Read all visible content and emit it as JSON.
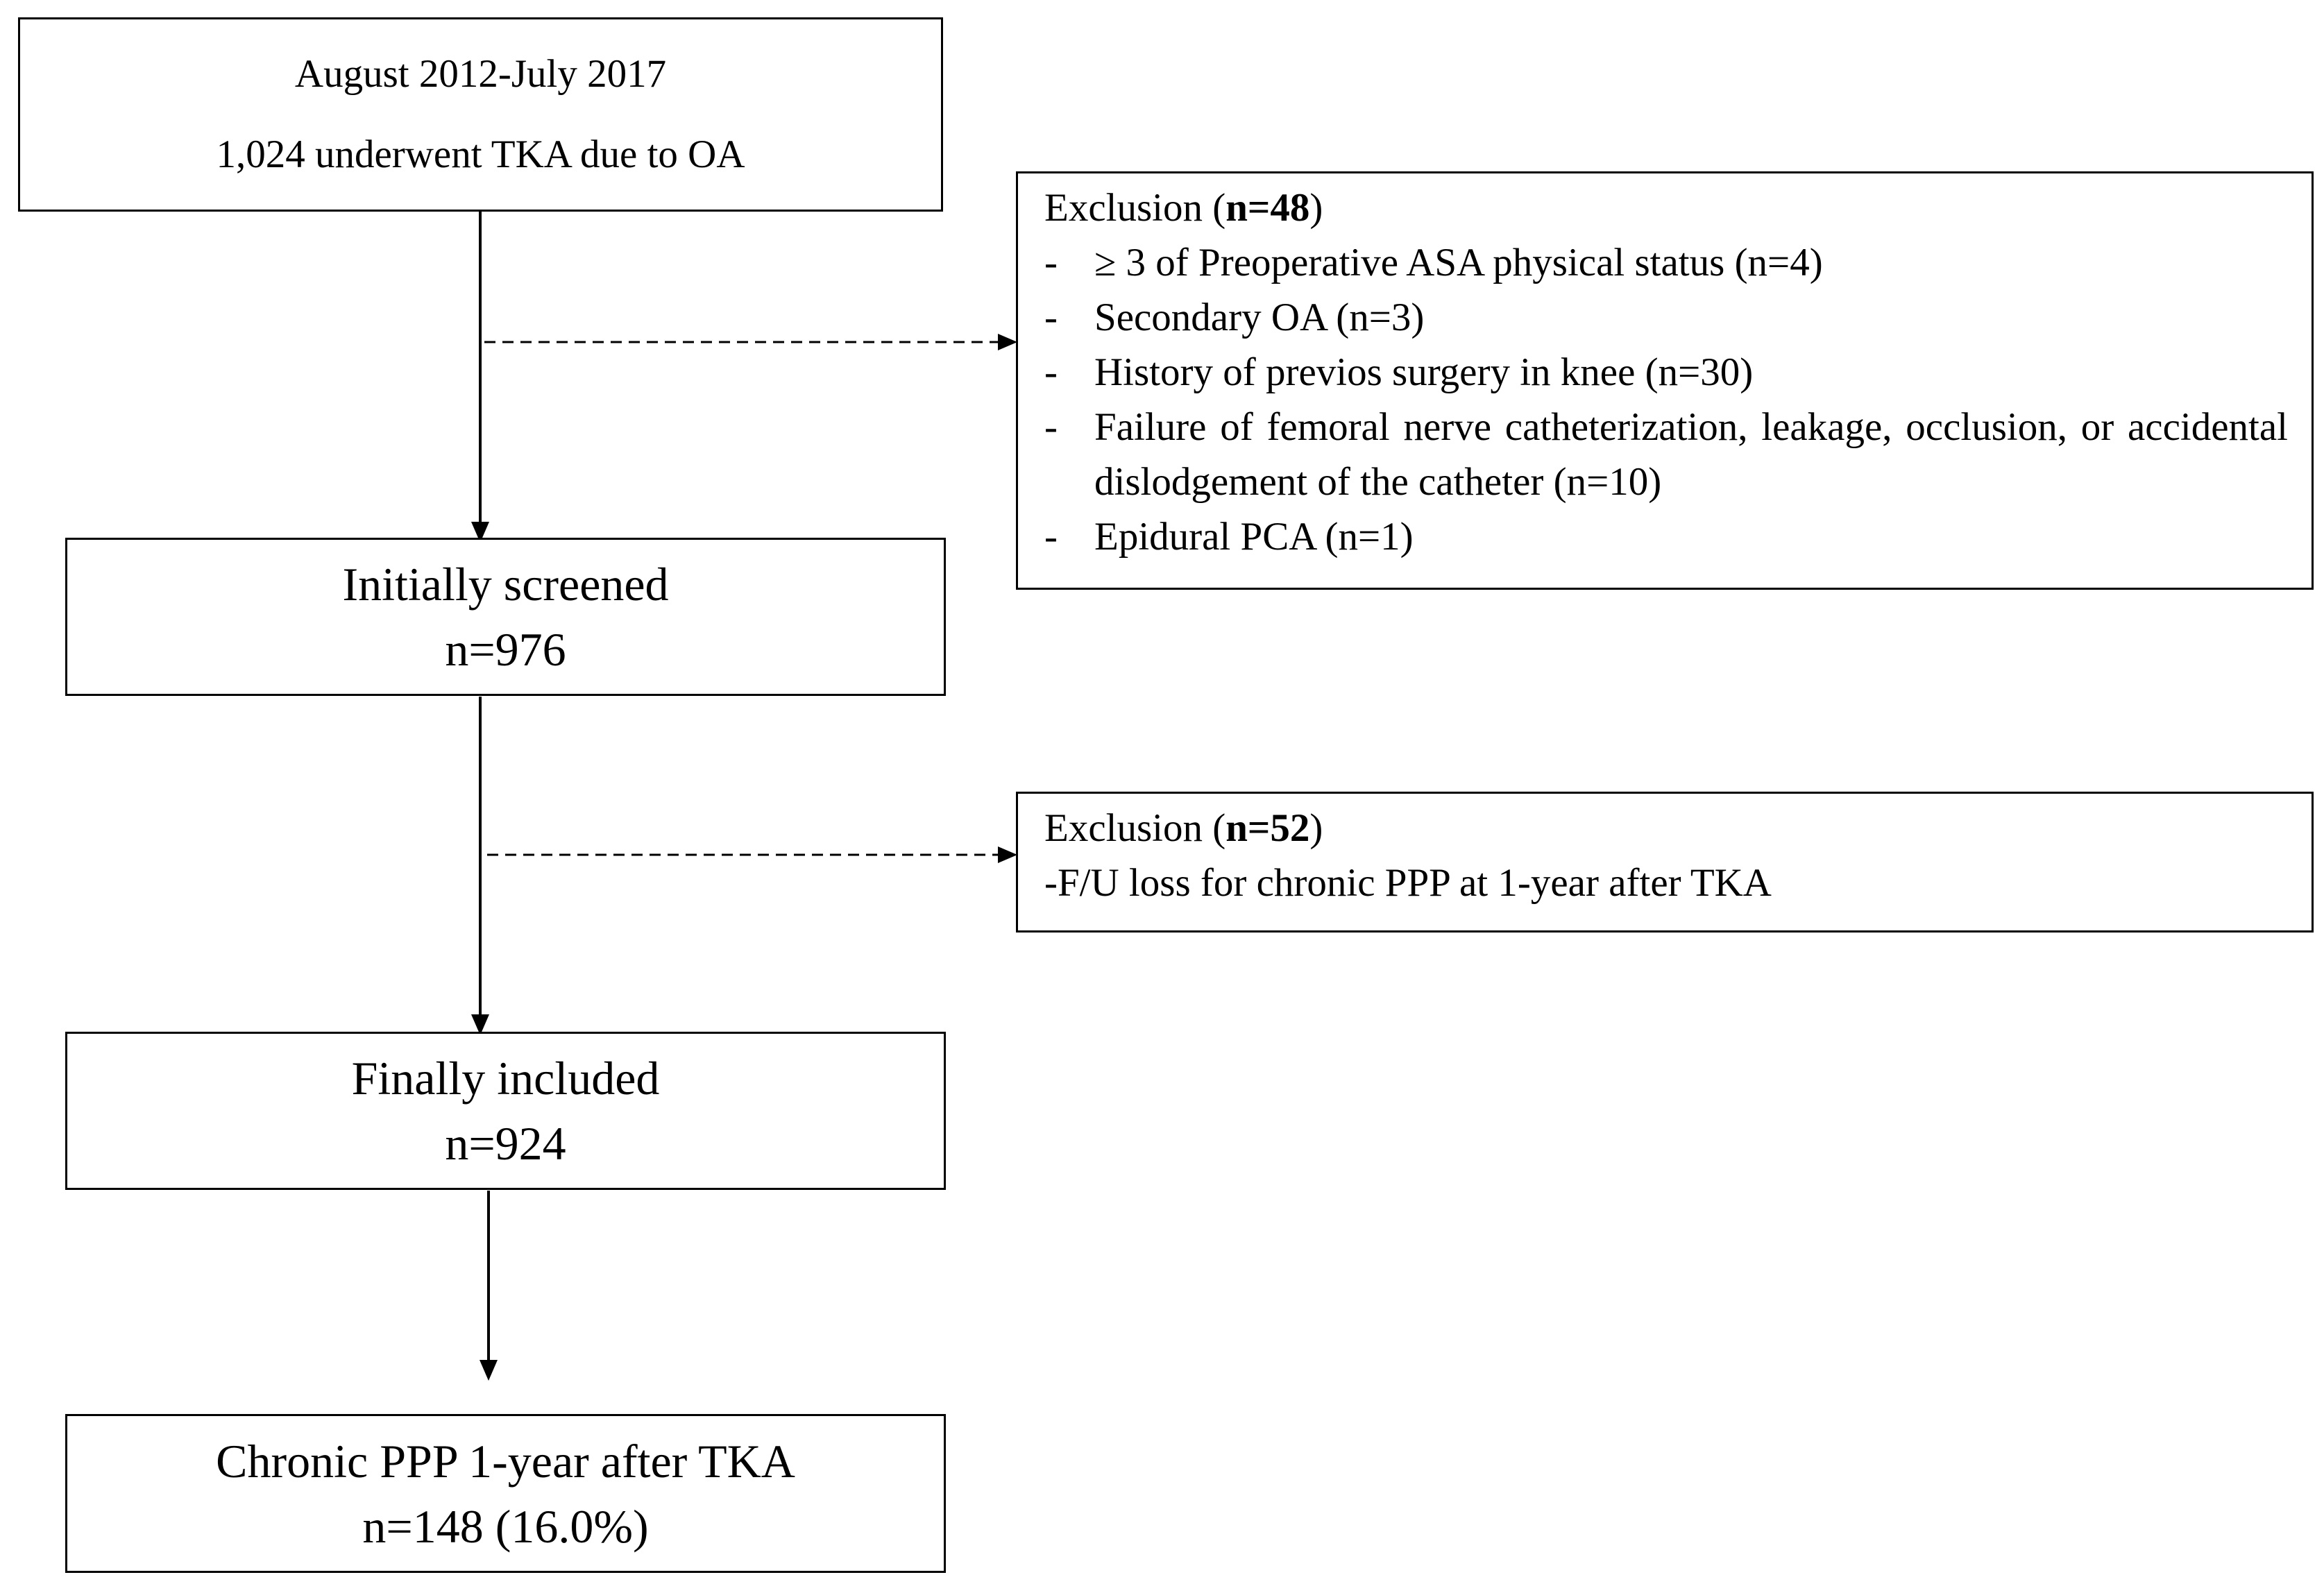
{
  "boxes": {
    "start": {
      "line1": "August 2012-July 2017",
      "line2": "1,024 underwent TKA due to OA"
    },
    "screened": {
      "line1": "Initially screened",
      "line2": "n=976"
    },
    "included": {
      "line1": "Finally included",
      "line2": "n=924"
    },
    "outcome": {
      "line1": "Chronic PPP 1-year after TKA",
      "line2": "n=148 (16.0%)"
    }
  },
  "exclusion1": {
    "label": "Exclusion (",
    "count": "n=48",
    "close": ")",
    "bullet": "-",
    "items": [
      "≥ 3 of Preoperative ASA physical status (n=4)",
      "Secondary OA (n=3)",
      "History of previos surgery in knee (n=30)",
      "Failure of femoral nerve catheterization, leakage, occlusion, or accidental dislodgement of the catheter (n=10)",
      "Epidural PCA (n=1)"
    ]
  },
  "exclusion2": {
    "label": "Exclusion (",
    "count": "n=52",
    "close": ")",
    "item": "-F/U loss for chronic PPP at 1-year after TKA"
  }
}
